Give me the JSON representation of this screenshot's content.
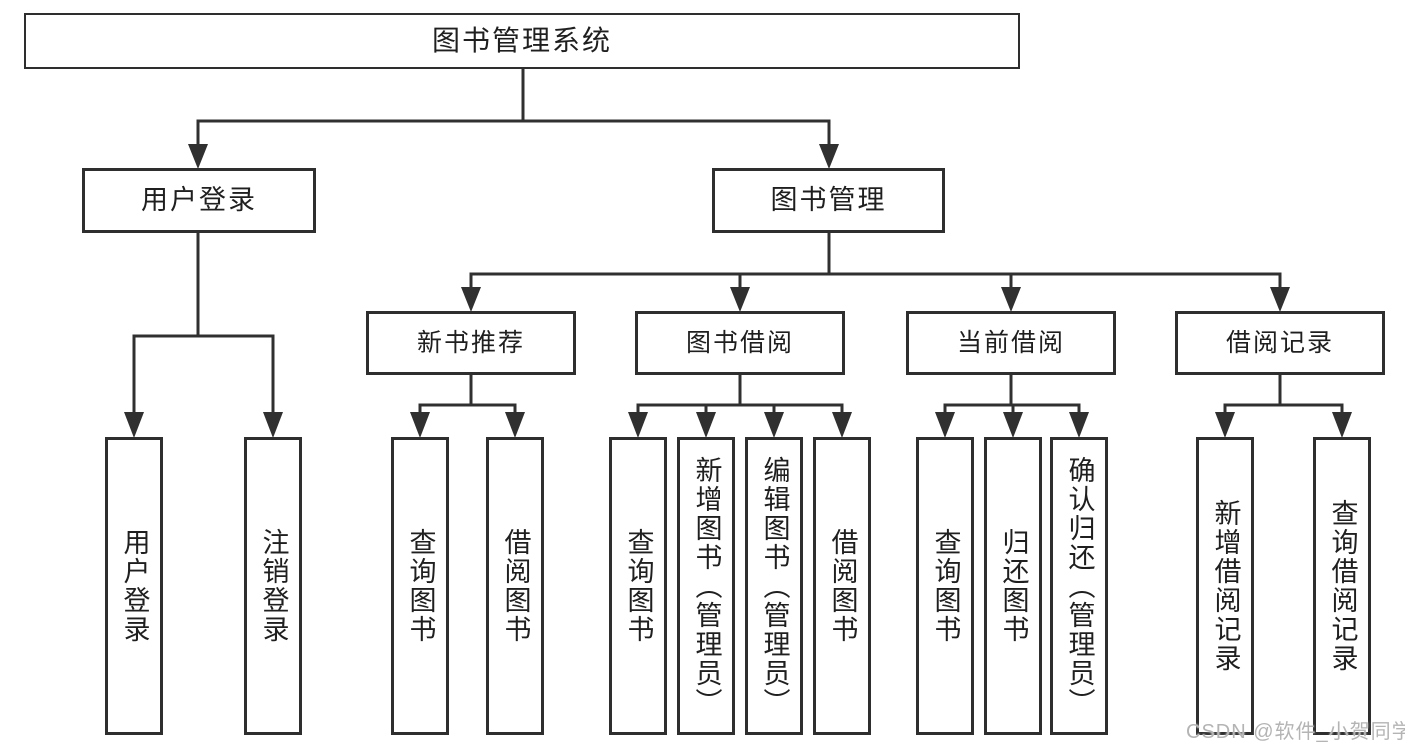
{
  "meta": {
    "type": "hierarchy-diagram",
    "background_color": "#ffffff",
    "line_color": "#303030",
    "box_border_color": "#2e2e2e",
    "text_color": "#1f1f1f",
    "watermark_color": "#b4b4b4"
  },
  "nodes": {
    "root": {
      "label": "图书管理系统"
    },
    "branches": [
      {
        "label": "用户登录",
        "children": [
          {
            "label": "用户登录"
          },
          {
            "label": "注销登录"
          }
        ]
      },
      {
        "label": "图书管理",
        "children": [
          {
            "label": "新书推荐",
            "children": [
              {
                "label": "查询图书"
              },
              {
                "label": "借阅图书"
              }
            ]
          },
          {
            "label": "图书借阅",
            "children": [
              {
                "label": "查询图书"
              },
              {
                "label": "新增图书（管理员）"
              },
              {
                "label": "编辑图书（管理员）"
              },
              {
                "label": "借阅图书"
              }
            ]
          },
          {
            "label": "当前借阅",
            "children": [
              {
                "label": "查询图书"
              },
              {
                "label": "归还图书"
              },
              {
                "label": "确认归还（管理员）"
              }
            ]
          },
          {
            "label": "借阅记录",
            "children": [
              {
                "label": "新增借阅记录"
              },
              {
                "label": "查询借阅记录"
              }
            ]
          }
        ]
      }
    ]
  },
  "watermark": {
    "text": "CSDN @软件_小贺同学"
  }
}
